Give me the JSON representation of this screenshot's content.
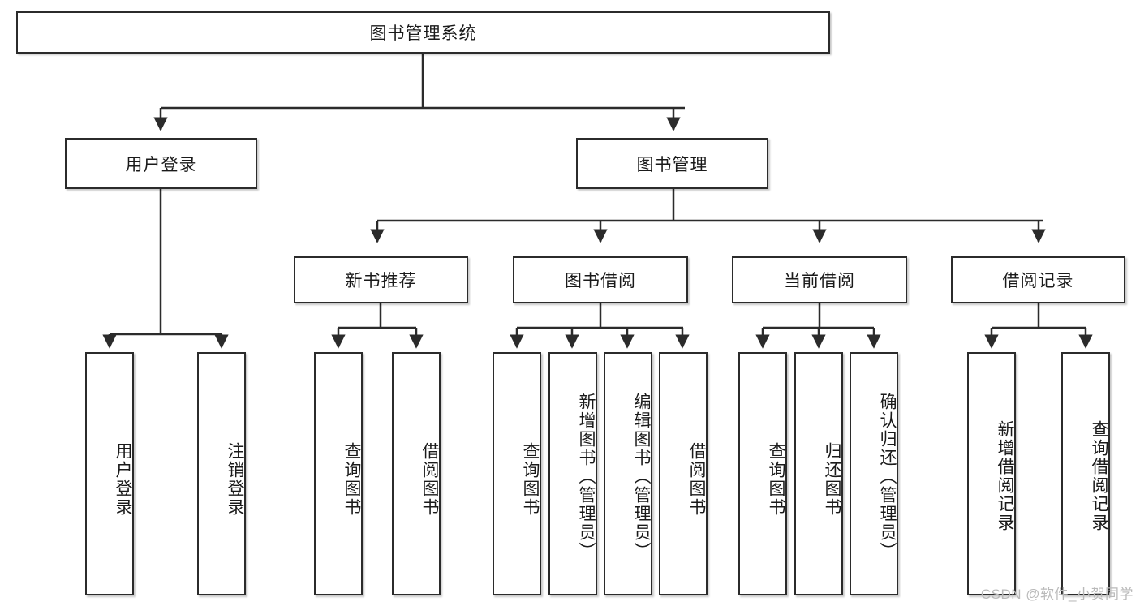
{
  "diagram": {
    "title": "图书管理系统",
    "type": "tree",
    "root": {
      "id": "root",
      "label": "图书管理系统"
    },
    "level2": [
      {
        "id": "user-login",
        "label": "用户登录"
      },
      {
        "id": "book-manage",
        "label": "图书管理"
      }
    ],
    "level3": [
      {
        "id": "new-book-rec",
        "label": "新书推荐",
        "parent": "book-manage"
      },
      {
        "id": "book-borrow",
        "label": "图书借阅",
        "parent": "book-manage"
      },
      {
        "id": "current-borrow",
        "label": "当前借阅",
        "parent": "book-manage"
      },
      {
        "id": "borrow-record",
        "label": "借阅记录",
        "parent": "book-manage"
      }
    ],
    "leaves": [
      {
        "id": "leaf-user-login",
        "label": "用户登录",
        "parent": "user-login"
      },
      {
        "id": "leaf-user-logout",
        "label": "注销登录",
        "parent": "user-login"
      },
      {
        "id": "leaf-query-book-1",
        "label": "查询图书",
        "parent": "new-book-rec"
      },
      {
        "id": "leaf-borrow-book-1",
        "label": "借阅图书",
        "parent": "new-book-rec"
      },
      {
        "id": "leaf-query-book-2",
        "label": "查询图书",
        "parent": "book-borrow"
      },
      {
        "id": "leaf-add-book",
        "label": "新增图书（管理员）",
        "parent": "book-borrow"
      },
      {
        "id": "leaf-edit-book",
        "label": "编辑图书（管理员）",
        "parent": "book-borrow"
      },
      {
        "id": "leaf-borrow-book-2",
        "label": "借阅图书",
        "parent": "book-borrow"
      },
      {
        "id": "leaf-query-book-3",
        "label": "查询图书",
        "parent": "current-borrow"
      },
      {
        "id": "leaf-return-book",
        "label": "归还图书",
        "parent": "current-borrow"
      },
      {
        "id": "leaf-confirm-return",
        "label": "确认归还（管理员）",
        "parent": "current-borrow"
      },
      {
        "id": "leaf-add-record",
        "label": "新增借阅记录",
        "parent": "borrow-record"
      },
      {
        "id": "leaf-query-record",
        "label": "查询借阅记录",
        "parent": "borrow-record"
      }
    ]
  },
  "watermark": {
    "text": "CSDN @软件_小贺同学"
  },
  "colors": {
    "stroke": "#2b2b2b",
    "box_fill": "#ffffff",
    "text": "#1a1a1a",
    "watermark": "#b9b9b9",
    "background": "#ffffff"
  }
}
